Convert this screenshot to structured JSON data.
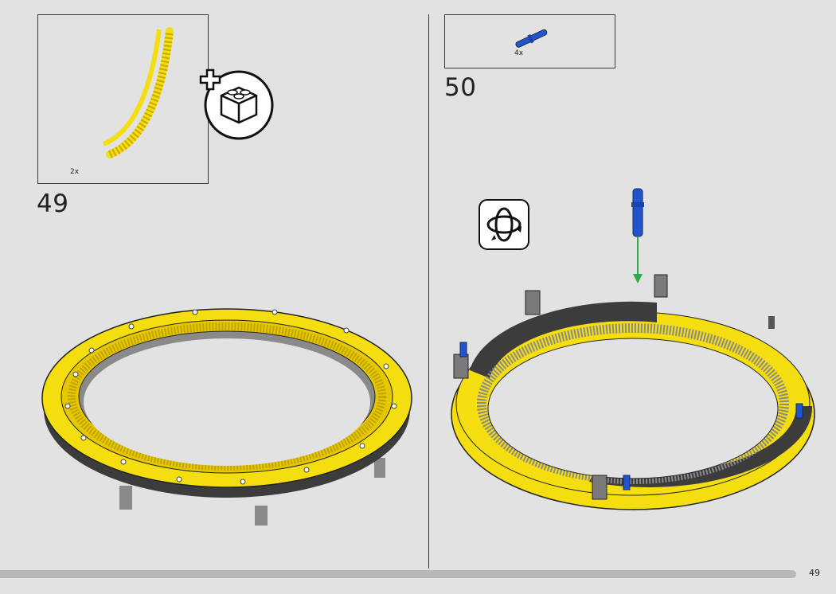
{
  "steps": [
    {
      "number": "49",
      "parts": [
        {
          "name": "curved-gear-rack-piece",
          "quantity": "2x",
          "color": "#f5de10"
        }
      ],
      "callouts": [
        "add-bricks-subassembly-icon"
      ]
    },
    {
      "number": "50",
      "parts": [
        {
          "name": "blue-connector-pin",
          "quantity": "4x",
          "color": "#2255cc"
        }
      ],
      "callouts": [
        "rotate-model-icon"
      ]
    }
  ],
  "colors": {
    "yellow": "#f5de10",
    "dark_gray": "#3c3c3c",
    "blue": "#2255cc",
    "green_arrow": "#2eaa4a",
    "background": "#e2e2e2"
  },
  "footer": {
    "page_number": "49",
    "progress": 0.95
  }
}
